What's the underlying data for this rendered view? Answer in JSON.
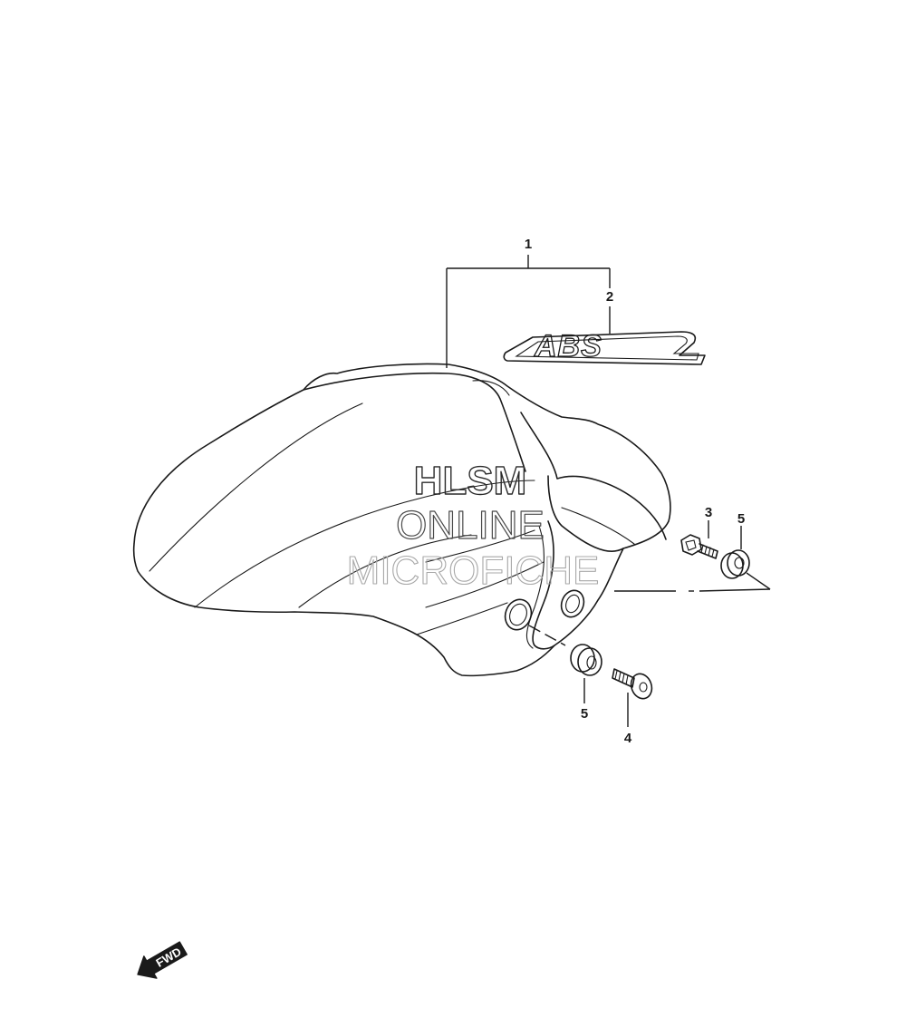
{
  "callouts": [
    {
      "id": "c1",
      "label": "1"
    },
    {
      "id": "c2",
      "label": "2"
    },
    {
      "id": "c3",
      "label": "3"
    },
    {
      "id": "c5a",
      "label": "5"
    },
    {
      "id": "c5b",
      "label": "5"
    },
    {
      "id": "c4",
      "label": "4"
    }
  ],
  "emblem": {
    "text": "ABS"
  },
  "watermark": {
    "line1": "HLSM",
    "line2": "ONLINE",
    "line3": "MICROFICHE"
  },
  "direction": {
    "text": "FWD"
  }
}
